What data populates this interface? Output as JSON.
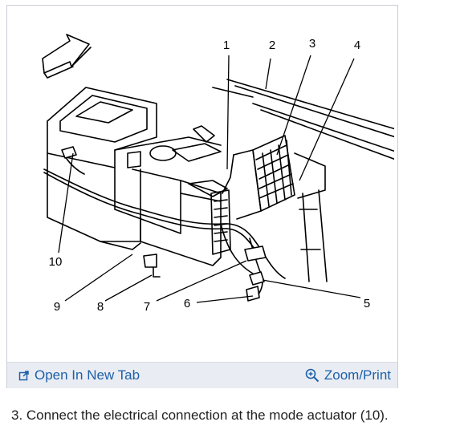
{
  "figure": {
    "callouts": [
      "1",
      "2",
      "3",
      "4",
      "5",
      "6",
      "7",
      "8",
      "9",
      "10"
    ],
    "direction_icon": "arrow-icon"
  },
  "toolbar": {
    "open_new_tab_label": "Open In New Tab",
    "open_new_tab_icon": "open-external-icon",
    "zoom_print_label": "Zoom/Print",
    "zoom_print_icon": "magnifier-plus-icon"
  },
  "caption": {
    "text": "3. Connect the electrical connection at the mode actuator (10)."
  },
  "colors": {
    "link": "#1f5fa8",
    "toolbar_bg": "#e9edf3",
    "border": "#c9ced6"
  }
}
